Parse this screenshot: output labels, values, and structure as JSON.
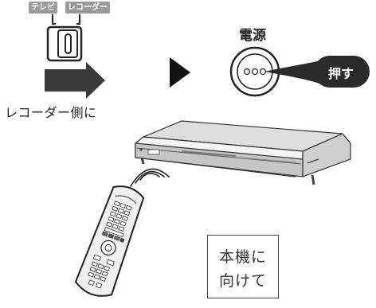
{
  "switch": {
    "left_label": "テレビ",
    "right_label": "レコーダー",
    "caption": "レコーダー側に"
  },
  "power": {
    "label": "電源",
    "press_label": "押す",
    "indicator": "○○○"
  },
  "aim_box": {
    "line1": "本機に",
    "line2": "向けて"
  },
  "colors": {
    "arrow": "#3a3a3a",
    "bubble": "#2a2a2a",
    "tag": "#9a9a9a",
    "recorder_body": "#d4d4d4"
  }
}
